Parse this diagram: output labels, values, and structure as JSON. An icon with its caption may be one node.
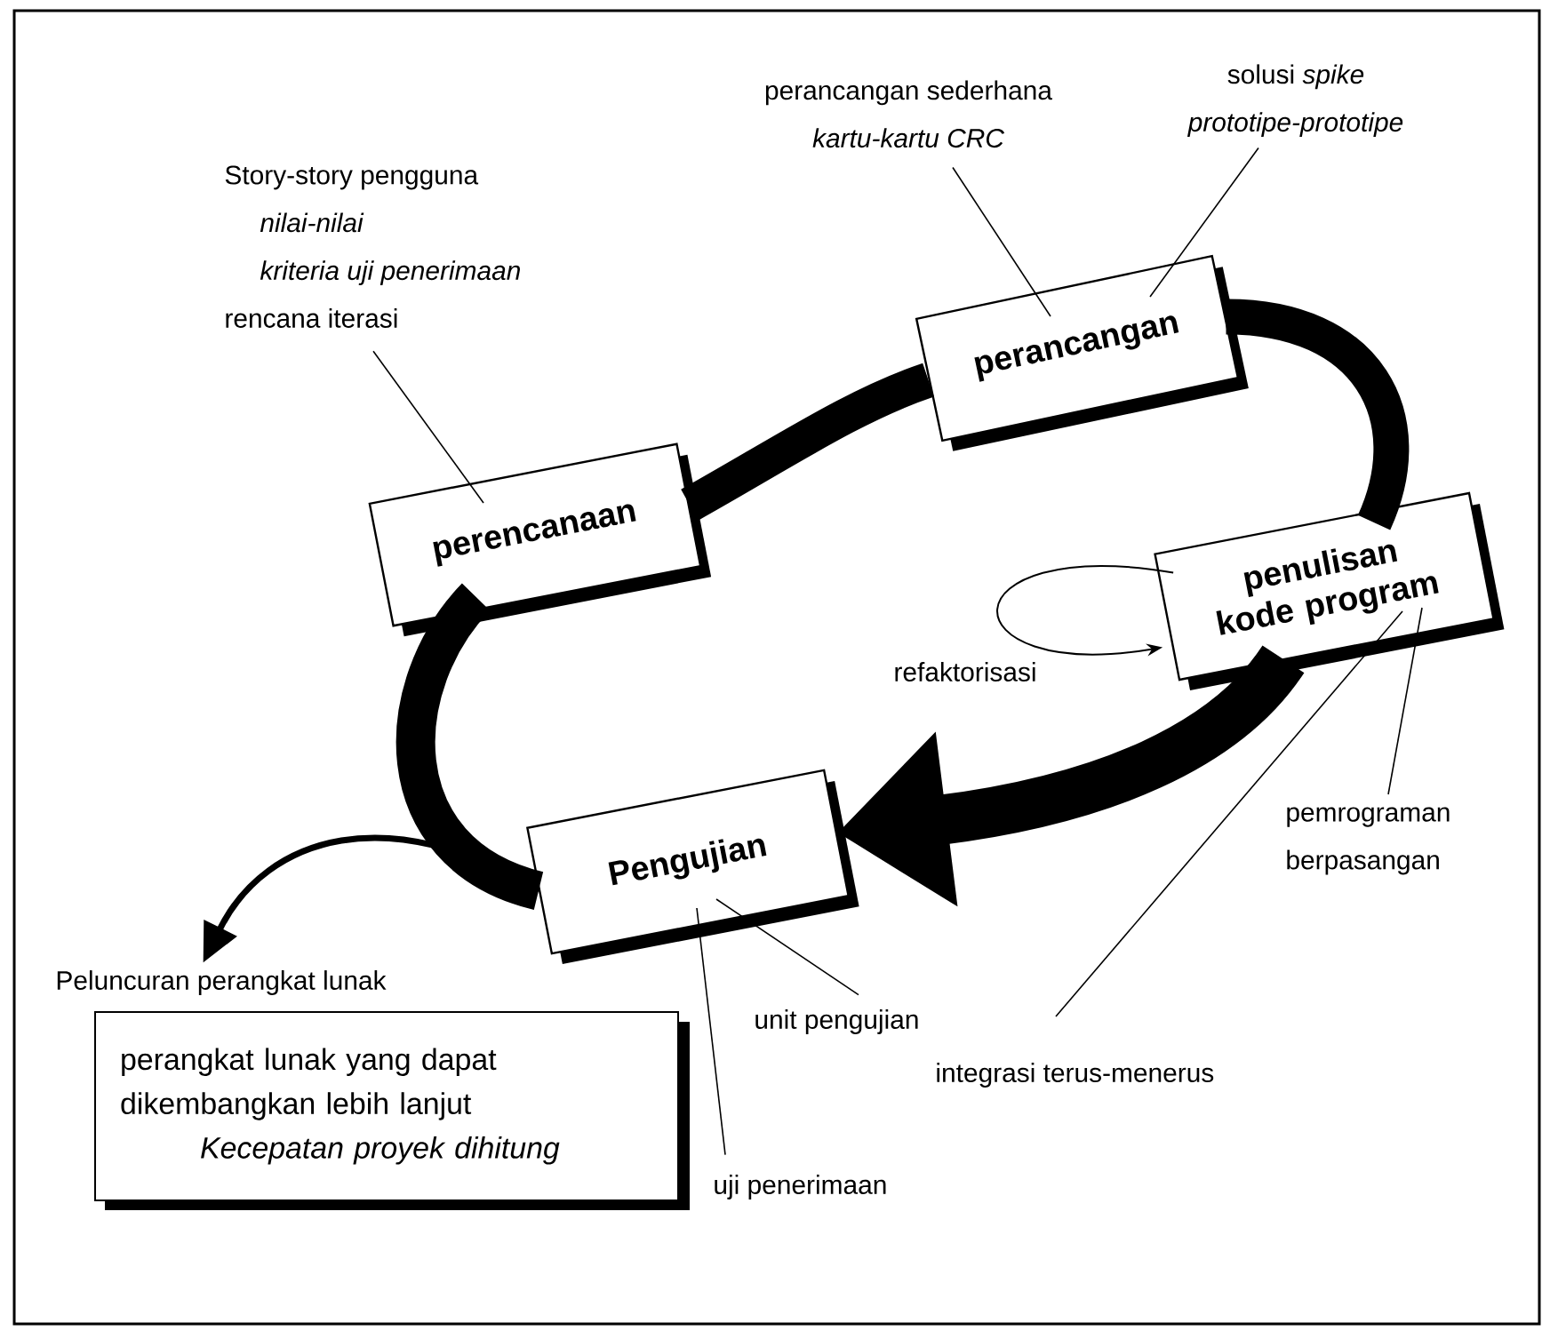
{
  "diagram": {
    "nodes": [
      {
        "text": [
          "perencanaan"
        ]
      },
      {
        "text": [
          "perancangan"
        ]
      },
      {
        "text": [
          "penulisan kode program"
        ]
      },
      {
        "text": [
          "Pengujian"
        ]
      },
      {
        "text": [
          "Peluncuran perangkat lunak",
          "perangkat lunak yang dapat dikembangkan lebih lanjut",
          "Kecepatan proyek dihitung"
        ]
      },
      {
        "text": [
          "Story-story pengguna",
          "nilai-nilai",
          "kriteria uji penerimaan",
          "rencana iterasi"
        ]
      },
      {
        "text": [
          "perancangan sederhana",
          "kartu-kartu CRC"
        ]
      },
      {
        "text": [
          "solusi *spike*",
          "prototipe-prototipe"
        ]
      },
      {
        "text": [
          "pemrograman berpasangan"
        ]
      },
      {
        "text": [
          "integrasi terus-menerus"
        ]
      },
      {
        "text": [
          "unit pengujian"
        ]
      },
      {
        "text": [
          "uji penerimaan"
        ]
      }
    ],
    "edges": [
      {
        "from": 0,
        "to": 1,
        "arrow": "none",
        "style": "thick"
      },
      {
        "from": 1,
        "to": 2,
        "arrow": "none",
        "style": "thick"
      },
      {
        "from": 2,
        "to": 3,
        "arrow": "to",
        "style": "thick"
      },
      {
        "from": 3,
        "to": 0,
        "arrow": "none",
        "style": "thick"
      },
      {
        "from": 3,
        "to": 4,
        "arrow": "to",
        "style": "thick"
      },
      {
        "from": 2,
        "to": 2,
        "arrow": "to",
        "label": "refaktorisasi"
      },
      {
        "from": 5,
        "to": 0,
        "arrow": "none"
      },
      {
        "from": 6,
        "to": 1,
        "arrow": "none"
      },
      {
        "from": 7,
        "to": 1,
        "arrow": "none"
      },
      {
        "from": 8,
        "to": 2,
        "arrow": "none"
      },
      {
        "from": 9,
        "to": 2,
        "arrow": "none"
      },
      {
        "from": 10,
        "to": 3,
        "arrow": "none"
      },
      {
        "from": 11,
        "to": 3,
        "arrow": "none"
      }
    ]
  }
}
